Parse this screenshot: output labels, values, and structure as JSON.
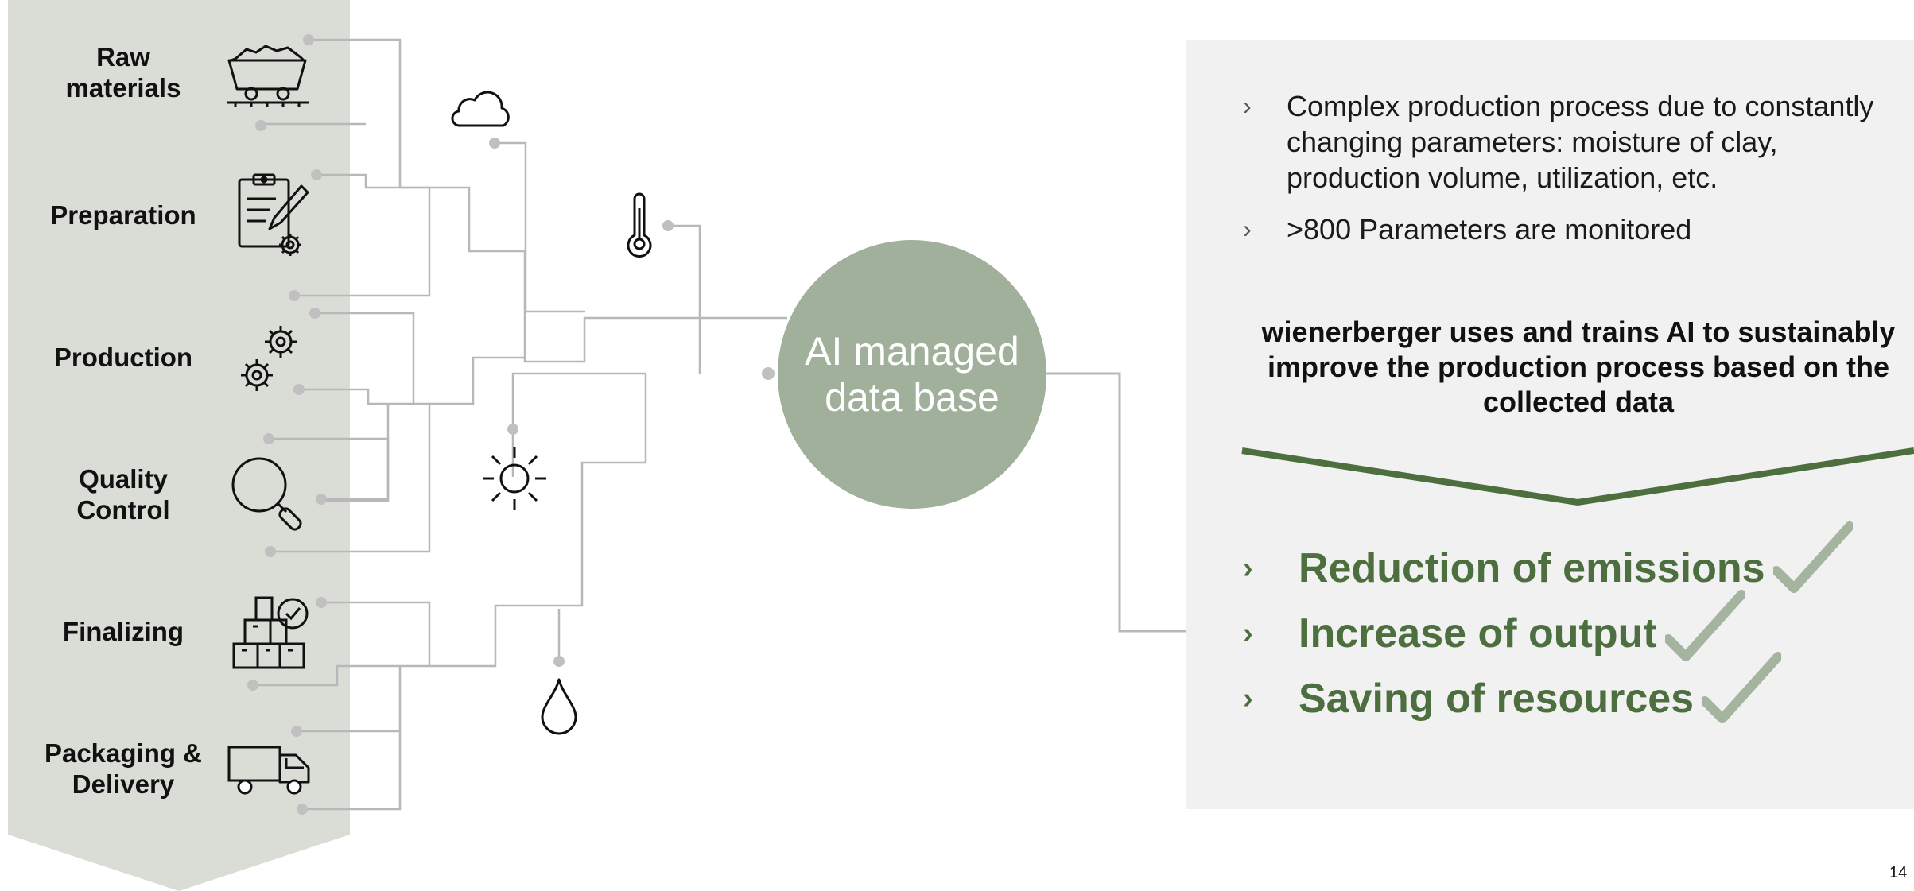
{
  "steps": [
    {
      "label": "Raw\nmaterials",
      "icon": "mine-cart-icon"
    },
    {
      "label": "Preparation",
      "icon": "clipboard-gear-icon"
    },
    {
      "label": "Production",
      "icon": "gears-icon"
    },
    {
      "label": "Quality\nControl",
      "icon": "magnifier-icon"
    },
    {
      "label": "Finalizing",
      "icon": "boxes-check-icon"
    },
    {
      "label": "Packaging &\nDelivery",
      "icon": "truck-icon"
    }
  ],
  "sensor_icons": [
    "cloud-icon",
    "thermometer-icon",
    "sun-icon",
    "water-drop-icon"
  ],
  "hub": {
    "label": "AI managed data base"
  },
  "panel": {
    "bullets": [
      "Complex production process due to constantly changing parameters: moisture of clay, production volume, utilization, etc.",
      ">800 Parameters are monitored"
    ],
    "key_message": "wienerberger uses and trains AI to sustainably improve the production process based on the collected data",
    "results": [
      "Reduction of emissions",
      "Increase of output",
      "Saving of resources"
    ]
  },
  "bullet_glyph": "›",
  "page_number": "14",
  "colors": {
    "chevron": "#d9ddd6",
    "hub": "#a0b09a",
    "panel": "#f1f1f1",
    "accent_green": "#4d6e3e",
    "check_green": "#a5b49e",
    "wire": "#b8b8b8"
  }
}
